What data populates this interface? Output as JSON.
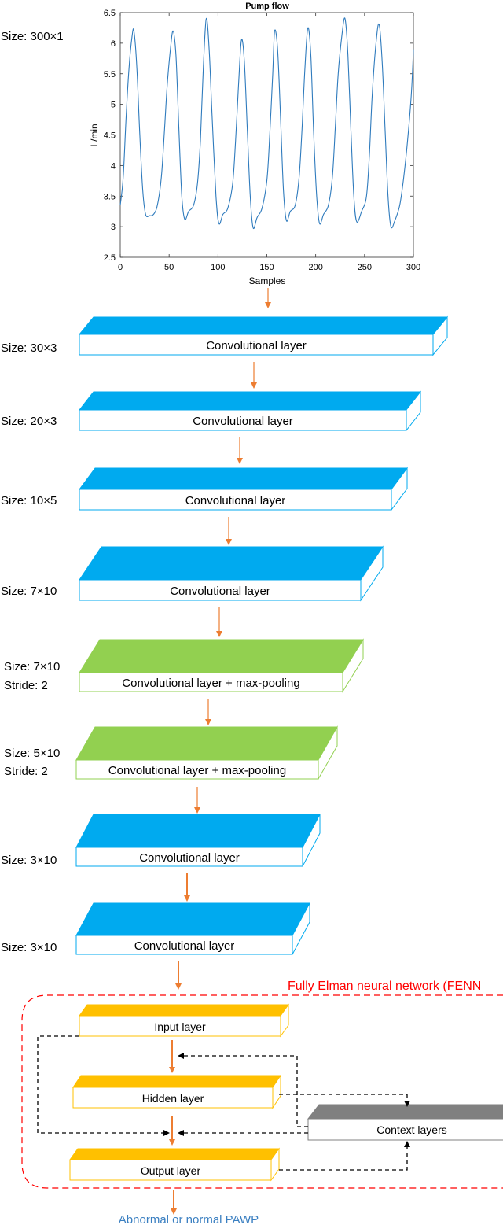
{
  "input": {
    "size_label": "Size: 300×1",
    "chart_data": {
      "type": "line",
      "title": "Pump flow",
      "xlabel": "Samples",
      "ylabel": "L/min",
      "xlim": [
        0,
        300
      ],
      "ylim": [
        2.5,
        6.5
      ],
      "xticks": [
        0,
        50,
        100,
        150,
        200,
        250,
        300
      ],
      "yticks": [
        2.5,
        3,
        3.5,
        4,
        4.5,
        5,
        5.5,
        6,
        6.5
      ],
      "grid": false,
      "series_color": "#2f7bbd",
      "points": [
        [
          0,
          3.35
        ],
        [
          3,
          3.8
        ],
        [
          6,
          4.8
        ],
        [
          9,
          5.6
        ],
        [
          12,
          6.1
        ],
        [
          14,
          6.2
        ],
        [
          17,
          5.6
        ],
        [
          20,
          4.5
        ],
        [
          23,
          3.6
        ],
        [
          26,
          3.2
        ],
        [
          30,
          3.18
        ],
        [
          34,
          3.2
        ],
        [
          38,
          3.35
        ],
        [
          42,
          3.8
        ],
        [
          45,
          4.5
        ],
        [
          48,
          5.3
        ],
        [
          51,
          5.85
        ],
        [
          54,
          6.2
        ],
        [
          57,
          5.8
        ],
        [
          60,
          4.6
        ],
        [
          63,
          3.5
        ],
        [
          66,
          3.12
        ],
        [
          70,
          3.25
        ],
        [
          75,
          3.35
        ],
        [
          79,
          3.7
        ],
        [
          82,
          4.4
        ],
        [
          85,
          5.6
        ],
        [
          88,
          6.4
        ],
        [
          91,
          5.9
        ],
        [
          94,
          4.8
        ],
        [
          98,
          3.5
        ],
        [
          101,
          3.05
        ],
        [
          105,
          3.2
        ],
        [
          110,
          3.3
        ],
        [
          115,
          3.7
        ],
        [
          118,
          4.4
        ],
        [
          121,
          5.3
        ],
        [
          124,
          6.05
        ],
        [
          127,
          5.7
        ],
        [
          130,
          4.6
        ],
        [
          133,
          3.5
        ],
        [
          136,
          2.98
        ],
        [
          140,
          3.15
        ],
        [
          145,
          3.3
        ],
        [
          150,
          3.75
        ],
        [
          153,
          4.5
        ],
        [
          156,
          5.5
        ],
        [
          158,
          6.2
        ],
        [
          161,
          5.9
        ],
        [
          164,
          4.8
        ],
        [
          167,
          3.6
        ],
        [
          170,
          3.1
        ],
        [
          174,
          3.25
        ],
        [
          179,
          3.35
        ],
        [
          183,
          3.8
        ],
        [
          186,
          4.6
        ],
        [
          189,
          5.6
        ],
        [
          192,
          6.25
        ],
        [
          195,
          5.8
        ],
        [
          198,
          4.5
        ],
        [
          201,
          3.5
        ],
        [
          204,
          3.05
        ],
        [
          208,
          3.2
        ],
        [
          213,
          3.35
        ],
        [
          217,
          3.8
        ],
        [
          220,
          4.6
        ],
        [
          223,
          5.5
        ],
        [
          227,
          6.15
        ],
        [
          230,
          6.4
        ],
        [
          233,
          5.8
        ],
        [
          236,
          4.6
        ],
        [
          239,
          3.5
        ],
        [
          242,
          3.08
        ],
        [
          247,
          3.25
        ],
        [
          252,
          3.5
        ],
        [
          255,
          4.2
        ],
        [
          258,
          5.2
        ],
        [
          262,
          6.05
        ],
        [
          265,
          6.3
        ],
        [
          268,
          5.7
        ],
        [
          271,
          4.6
        ],
        [
          274,
          3.5
        ],
        [
          277,
          3.0
        ],
        [
          281,
          3.1
        ],
        [
          286,
          3.35
        ],
        [
          290,
          3.8
        ],
        [
          294,
          4.4
        ],
        [
          298,
          5.2
        ],
        [
          300,
          5.9
        ]
      ]
    }
  },
  "conv_layers": [
    {
      "label": "Convolutional layer",
      "size": "Size: 30×3",
      "stride": "",
      "color": "#00aaef"
    },
    {
      "label": "Convolutional layer",
      "size": "Size: 20×3",
      "stride": "",
      "color": "#00aaef"
    },
    {
      "label": "Convolutional layer",
      "size": "Size: 10×5",
      "stride": "",
      "color": "#00aaef"
    },
    {
      "label": "Convolutional layer",
      "size": "Size: 7×10",
      "stride": "",
      "color": "#00aaef"
    },
    {
      "label": "Convolutional layer + max-pooling",
      "size": "Size: 7×10",
      "stride": "Stride: 2",
      "color": "#92d050"
    },
    {
      "label": "Convolutional layer + max-pooling",
      "size": "Size: 5×10",
      "stride": "Stride: 2",
      "color": "#92d050"
    },
    {
      "label": "Convolutional layer",
      "size": "Size: 3×10",
      "stride": "",
      "color": "#00aaef"
    },
    {
      "label": "Convolutional layer",
      "size": "Size: 3×10",
      "stride": "",
      "color": "#00aaef"
    }
  ],
  "fenn": {
    "title": "Fully Elman neural network (FENN",
    "title_color": "#ff0000",
    "layer_color": "#ffc000",
    "context_color": "#808080",
    "input_layer": "Input layer",
    "hidden_layer": "Hidden layer",
    "output_layer": "Output layer",
    "context_layers": "Context layers"
  },
  "output": {
    "label": "Abnormal or normal PAWP",
    "color": "#3a7fc1"
  },
  "colors": {
    "arrow": "#ed7d31"
  }
}
